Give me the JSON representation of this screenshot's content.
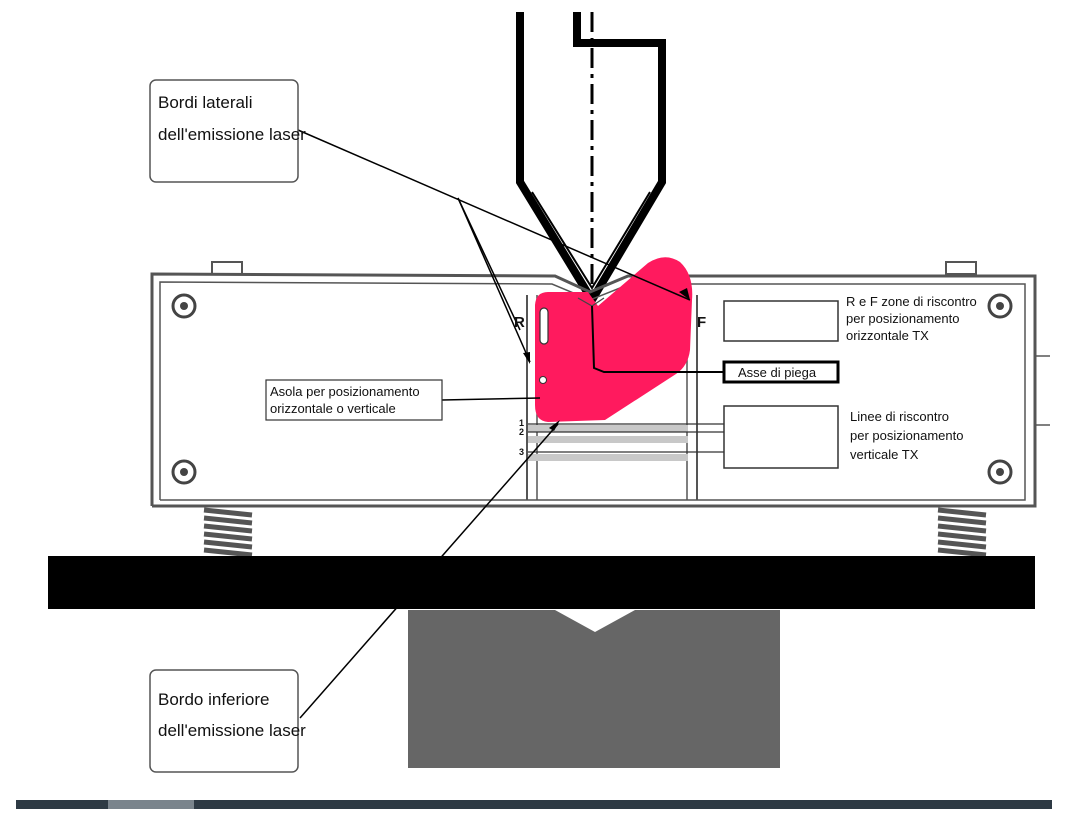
{
  "callouts": {
    "lateral_line1": "Bordi laterali",
    "lateral_line2": "dell'emissione laser",
    "bottom_line1": "Bordo inferiore",
    "bottom_line2": "dell'emissione laser"
  },
  "labels": {
    "slot_line1": "Asola per posizionamento",
    "slot_line2": "orizzontale o verticale",
    "axis": "Asse di piega",
    "zones_line1": "R e F zone di riscontro",
    "zones_line2": "per posizionamento",
    "zones_line3": "orizzontale TX",
    "lines_line1": "Linee di riscontro",
    "lines_line2": "per posizionamento",
    "lines_line3": "verticale TX",
    "r_mark": "R",
    "f_mark": "F",
    "line1": "1",
    "line2": "2",
    "line3": "3"
  },
  "colors": {
    "laser": "#ff1a5e",
    "die": "#666666",
    "bar_dark": "#2e3a44",
    "bar_light": "#7a848c"
  }
}
